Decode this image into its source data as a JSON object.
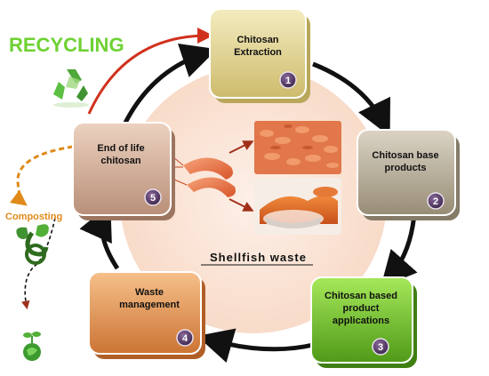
{
  "title": "RECYCLING",
  "composting_label": "Composting",
  "center_label": "Shellfish waste",
  "steps": [
    {
      "number": "1",
      "lines": [
        "Chitosan",
        "Extraction"
      ]
    },
    {
      "number": "2",
      "lines": [
        "Chitosan base",
        "products"
      ]
    },
    {
      "number": "3",
      "lines": [
        "Chitosan based",
        "product",
        "applications"
      ]
    },
    {
      "number": "4",
      "lines": [
        "Waste",
        "management"
      ]
    },
    {
      "number": "5",
      "lines": [
        "End of life",
        "chitosan"
      ]
    }
  ],
  "colors": {
    "step1": "#e2d596",
    "step2": "#b8ae9a",
    "step3": "#7ac432",
    "step4": "#e89a5a",
    "step5": "#d7b39a",
    "cycle_fill": "#fbe5d8",
    "recycling_text": "#6fd133",
    "badge": "#5b3f6b"
  },
  "icons": [
    "recycle-icon",
    "shrimp-icon",
    "sprout-icon",
    "globe-sprout-icon"
  ]
}
